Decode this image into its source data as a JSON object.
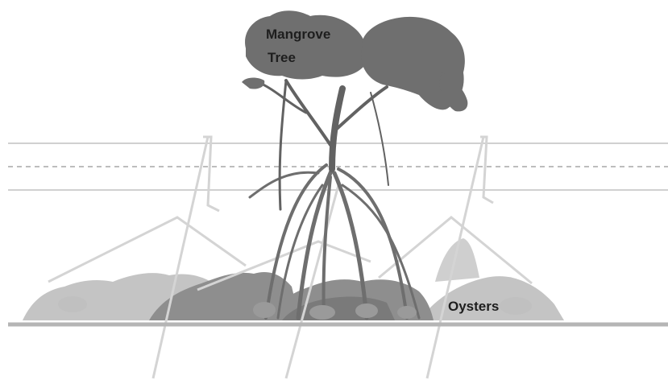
{
  "labels": {
    "tree_line1": "Mangrove",
    "tree_line2": "Tree",
    "oysters": "Oysters"
  },
  "colors": {
    "canopy": "#6f6f6f",
    "trunk": "#6a6a6a",
    "roots": "#7a7a7a",
    "oyster_dark": "#8c8c8c",
    "oyster_light": "#bdbdbd",
    "water_lines": "#c8c8c8",
    "ground": "#b9b9b9",
    "stakes": "#d2d2d2"
  }
}
